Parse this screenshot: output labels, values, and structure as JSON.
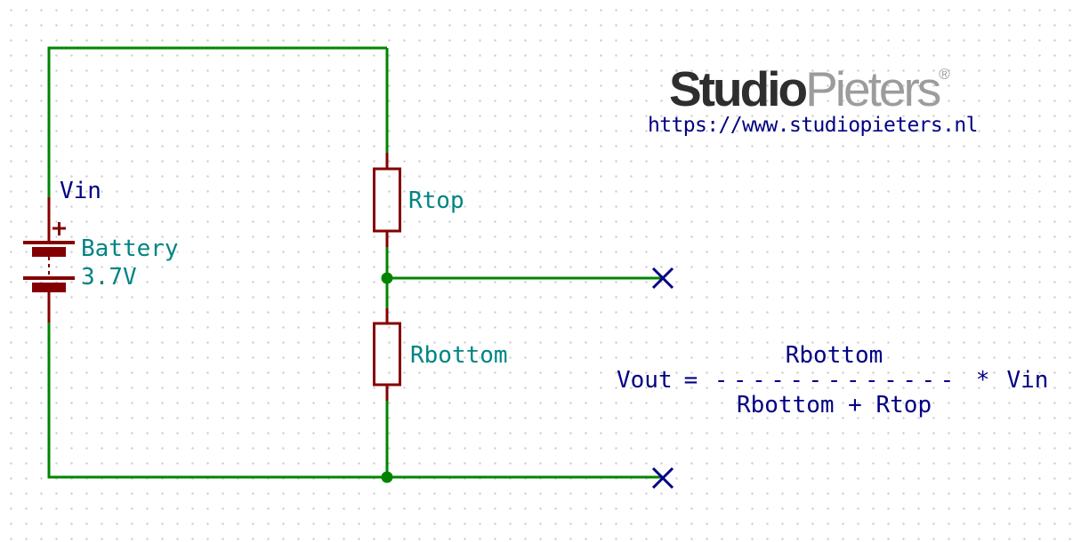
{
  "colors": {
    "wire": "#008400",
    "component": "#840000",
    "field_text": "#008484",
    "label_text": "#000084",
    "logo_dark": "#2e2e2e",
    "logo_light": "#9c9c9c",
    "grid_dot": "#cfcfcf",
    "background": "#ffffff"
  },
  "branding": {
    "logo_part1": "Studio",
    "logo_part2": "Pieters",
    "registered_mark": "®",
    "url": "https://www.studiopieters.nl"
  },
  "schematic": {
    "net_label_vin": "Vin",
    "battery": {
      "name": "Battery",
      "value": "3.7V"
    },
    "resistor_top": {
      "name": "Rtop"
    },
    "resistor_bottom": {
      "name": "Rbottom"
    }
  },
  "formula": {
    "lhs": "Vout",
    "equals": "=",
    "numerator": "Rbottom",
    "fraction_bar": "-------------",
    "operator": "*",
    "denominator": "Rbottom + Rtop",
    "rhs": "Vin"
  }
}
